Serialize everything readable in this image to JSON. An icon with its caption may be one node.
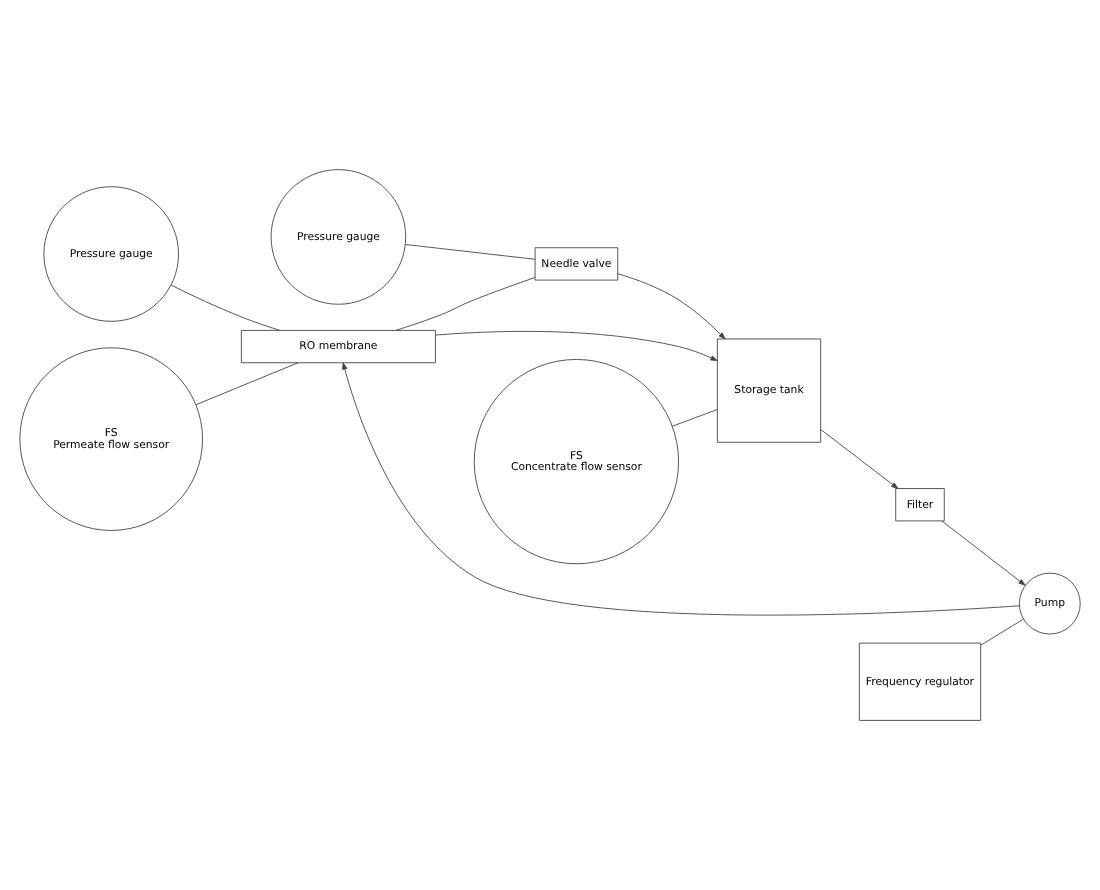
{
  "diagram": {
    "nodes": [
      {
        "text": [
          "Pressure gauge"
        ]
      },
      {
        "text": [
          "RO membrane"
        ]
      },
      {
        "text": [
          "Needle valve"
        ]
      },
      {
        "text": [
          "Pressure gauge"
        ]
      },
      {
        "text": [
          "FS",
          "Concentrate flow sensor"
        ]
      },
      {
        "text": [
          "FS",
          "Permeate flow sensor"
        ]
      },
      {
        "text": [
          "Frequency regulator"
        ]
      },
      {
        "text": [
          "Storage tank"
        ]
      },
      {
        "text": [
          "Pump"
        ]
      },
      {
        "text": [
          "Filter"
        ]
      }
    ],
    "edges": [
      {
        "from": 8,
        "to": 1,
        "arrow": "to"
      },
      {
        "from": 0,
        "to": 1,
        "arrow": "none"
      },
      {
        "from": 1,
        "to": 2,
        "arrow": "none"
      },
      {
        "from": 2,
        "to": 7,
        "arrow": "to"
      },
      {
        "from": 3,
        "to": 2,
        "arrow": "none"
      },
      {
        "from": 4,
        "to": 7,
        "arrow": "none"
      },
      {
        "from": 1,
        "to": 7,
        "arrow": "to"
      },
      {
        "from": 5,
        "to": 1,
        "arrow": "none"
      },
      {
        "from": 6,
        "to": 8,
        "arrow": "none"
      },
      {
        "from": 7,
        "to": 9,
        "arrow": "to"
      },
      {
        "from": 9,
        "to": 8,
        "arrow": "to"
      }
    ]
  }
}
